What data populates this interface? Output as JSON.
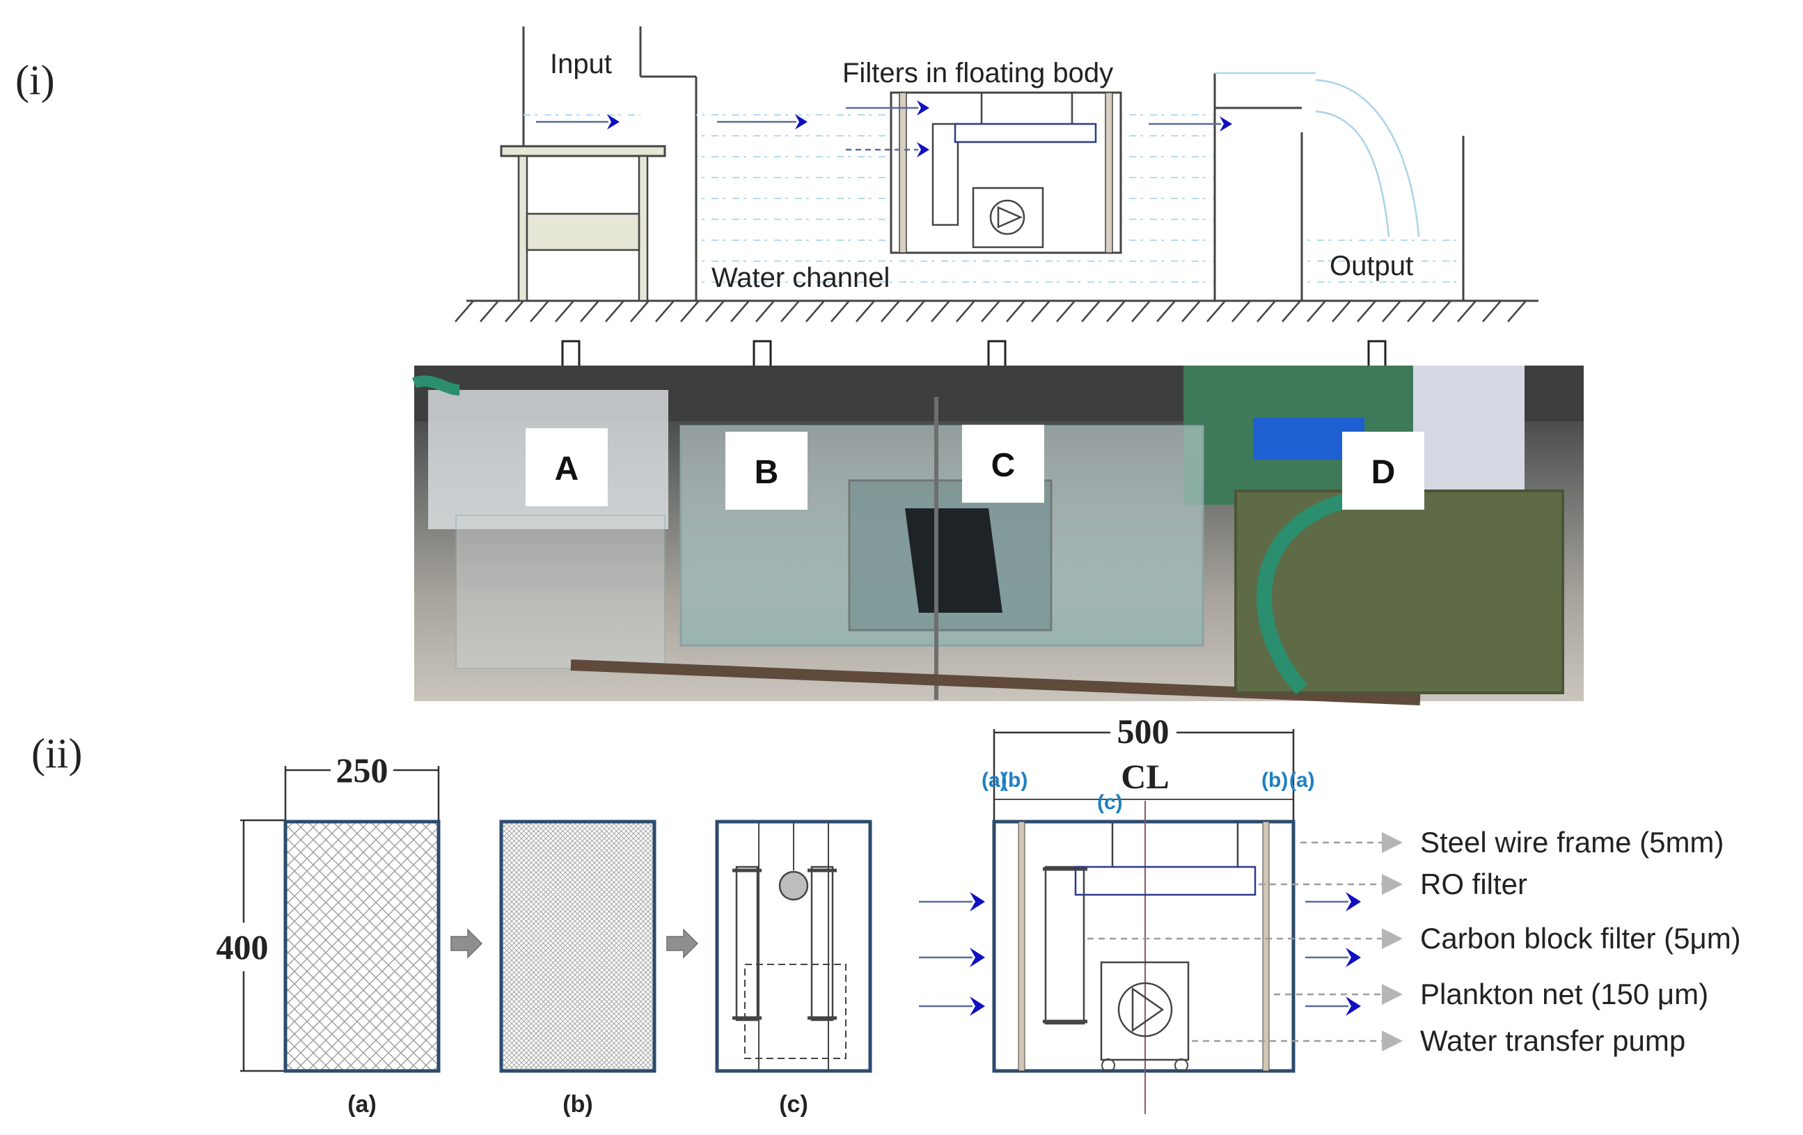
{
  "panel_i": {
    "label": "(i)",
    "input_label": "Input",
    "filters_label": "Filters in floating body",
    "channel_label": "Water channel",
    "output_label": "Output",
    "photo_markers": [
      "A",
      "B",
      "C",
      "D"
    ]
  },
  "panel_ii": {
    "label": "(ii)",
    "dim_width": "250",
    "dim_height": "400",
    "dim_total": "500",
    "centerline": "CL",
    "sub_a": "(a)",
    "sub_b": "(b)",
    "sub_c": "(c)",
    "tags": {
      "a": "(a)",
      "b": "(b)",
      "c": "(c)"
    },
    "legend": [
      "Steel wire frame (5mm)",
      "RO filter",
      "Carbon block filter (5μm)",
      "Plankton net (150 μm)",
      "Water transfer pump"
    ]
  },
  "colors": {
    "line": "#3a3a3a",
    "water_line": "#a9d4ea",
    "flow_arrow": "#1010c0",
    "frame_blue": "#2c4b6e",
    "tag_blue": "#1f7fc4",
    "photo_bg": "#b8b3ab"
  }
}
